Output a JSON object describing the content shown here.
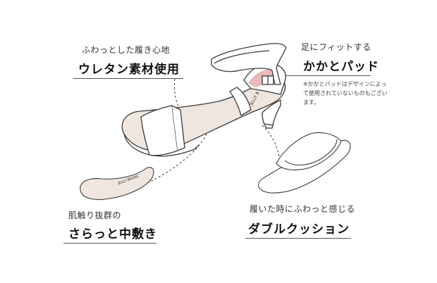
{
  "features": {
    "urethane": {
      "caption": "ふわっとした履き心地",
      "title": "ウレタン素材使用"
    },
    "heel_pad": {
      "caption": "足にフィットする",
      "title": "かかとパッド",
      "note": "※かかとパッドはデザインによって使用されていないものもございます。"
    },
    "insole": {
      "caption": "肌触り抜群の",
      "title": "さらっと中敷き"
    },
    "cushion": {
      "caption": "履いた時にふわっと感じる",
      "title": "ダブルクッション"
    }
  },
  "brand": {
    "strap_text": "JELLY B",
    "insole_text": "JELLY BEANS"
  },
  "colors": {
    "outline": "#3a3a3a",
    "insole_fill": "#efe6df",
    "pink_accent": "#e8b9b9",
    "rule": "#555555"
  }
}
